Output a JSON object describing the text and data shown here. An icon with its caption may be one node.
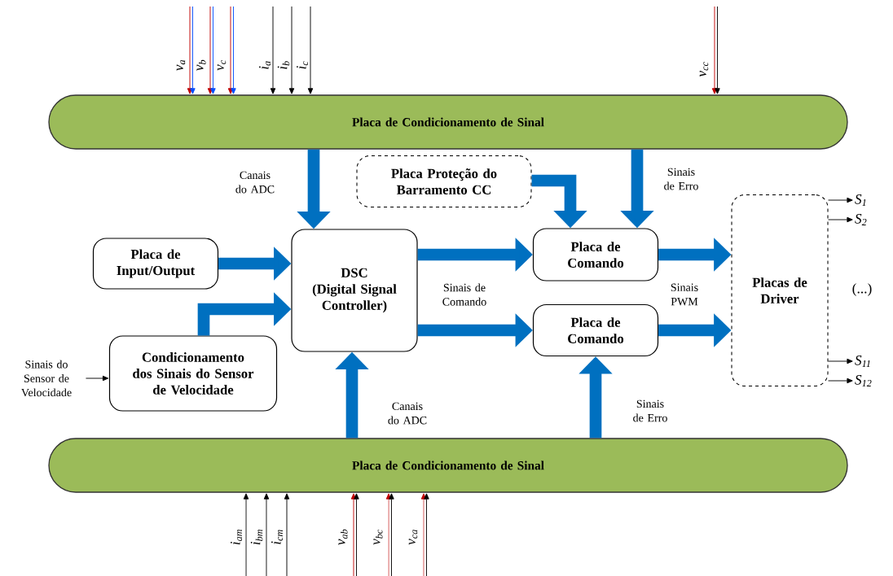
{
  "diagram": {
    "nodes": [
      {
        "text": [
          "Placa de Condicionamento de Sinal"
        ]
      },
      {
        "text": [
          "Placa Proteção do Barramento CC"
        ]
      },
      {
        "text": [
          "Placa de Input/Output"
        ]
      },
      {
        "text": [
          "DSC",
          "(Digital Signal Controller)"
        ]
      },
      {
        "text": [
          "Placa de Comando"
        ]
      },
      {
        "text": [
          "Placa de Comando"
        ]
      },
      {
        "text": [
          "Placas de Driver"
        ]
      },
      {
        "text": [
          "Condicionamento dos Sinais do Sensor de Velocidade"
        ]
      },
      {
        "text": [
          "Sinais do Sensor de Velocidade"
        ]
      },
      {
        "text": [
          "Placa de Condicionamento de Sinal"
        ]
      },
      {
        "text": [
          "S$_{1}$"
        ]
      },
      {
        "text": [
          "S$_{2}$"
        ]
      },
      {
        "text": [
          "S$_{11}$"
        ]
      },
      {
        "text": [
          "S$_{12}$"
        ]
      }
    ],
    "edges": [
      {
        "from": 0,
        "to": 3,
        "arrow": "to",
        "label": "Canais do ADC",
        "style": "thick",
        "color": "#0070c0"
      },
      {
        "from": 0,
        "to": 4,
        "arrow": "to",
        "label": "Sinais de Erro",
        "style": "thick",
        "color": "#0070c0"
      },
      {
        "from": 1,
        "to": 4,
        "arrow": "to",
        "style": "thick",
        "color": "#0070c0"
      },
      {
        "from": 2,
        "to": 3,
        "arrow": "to",
        "style": "thick",
        "color": "#0070c0"
      },
      {
        "from": 7,
        "to": 3,
        "arrow": "to",
        "style": "thick",
        "color": "#0070c0"
      },
      {
        "from": 3,
        "to": 4,
        "arrow": "to",
        "style": "thick",
        "color": "#0070c0"
      },
      {
        "from": 3,
        "to": 5,
        "arrow": "to",
        "style": "thick",
        "color": "#0070c0"
      },
      {
        "from": 4,
        "to": 6,
        "arrow": "to",
        "style": "thick",
        "color": "#0070c0"
      },
      {
        "from": 5,
        "to": 6,
        "arrow": "to",
        "style": "thick",
        "color": "#0070c0"
      },
      {
        "from": 9,
        "to": 3,
        "arrow": "to",
        "label": "Canais do ADC",
        "style": "thick",
        "color": "#0070c0"
      },
      {
        "from": 9,
        "to": 5,
        "arrow": "to",
        "label": "Sinais de Erro",
        "style": "thick",
        "color": "#0070c0"
      },
      {
        "from": 8,
        "to": 7,
        "arrow": "to",
        "color": "#000000"
      },
      {
        "from": 6,
        "to": 10,
        "arrow": "to",
        "color": "#000000"
      },
      {
        "from": 6,
        "to": 11,
        "arrow": "to",
        "color": "#000000"
      },
      {
        "from": 6,
        "to": 12,
        "arrow": "to",
        "color": "#000000"
      },
      {
        "from": 6,
        "to": 13,
        "arrow": "to",
        "color": "#000000"
      },
      {
        "from": null,
        "to": 0,
        "arrow": "to",
        "label": "v$_{a}$",
        "color": "#c00000"
      },
      {
        "from": null,
        "to": 0,
        "arrow": "to",
        "label": "v$_{b}$",
        "color": "#c00000"
      },
      {
        "from": null,
        "to": 0,
        "arrow": "to",
        "label": "v$_{c}$",
        "color": "#c00000"
      },
      {
        "from": null,
        "to": 0,
        "arrow": "to",
        "label": "i$_{a}$",
        "color": "#000000"
      },
      {
        "from": null,
        "to": 0,
        "arrow": "to",
        "label": "i$_{b}$",
        "color": "#000000"
      },
      {
        "from": null,
        "to": 0,
        "arrow": "to",
        "label": "i$_{c}$",
        "color": "#000000"
      },
      {
        "from": null,
        "to": 0,
        "arrow": "to",
        "label": "v$_{cc}$",
        "color": "#c00000"
      },
      {
        "from": null,
        "to": 9,
        "arrow": "to",
        "label": "i$_{am}$",
        "color": "#000000"
      },
      {
        "from": null,
        "to": 9,
        "arrow": "to",
        "label": "i$_{bm}$",
        "color": "#000000"
      },
      {
        "from": null,
        "to": 9,
        "arrow": "to",
        "label": "i$_{cm}$",
        "color": "#000000"
      },
      {
        "from": null,
        "to": 9,
        "arrow": "to",
        "label": "v$_{ab}$",
        "color": "#c00000"
      },
      {
        "from": null,
        "to": 9,
        "arrow": "to",
        "label": "v$_{bc}$",
        "color": "#c00000"
      },
      {
        "from": null,
        "to": 9,
        "arrow": "to",
        "label": "v$_{ca}$",
        "color": "#c00000"
      }
    ],
    "labels": [
      "Sinais de Comando",
      "Sinais PWM",
      "(...)"
    ]
  }
}
